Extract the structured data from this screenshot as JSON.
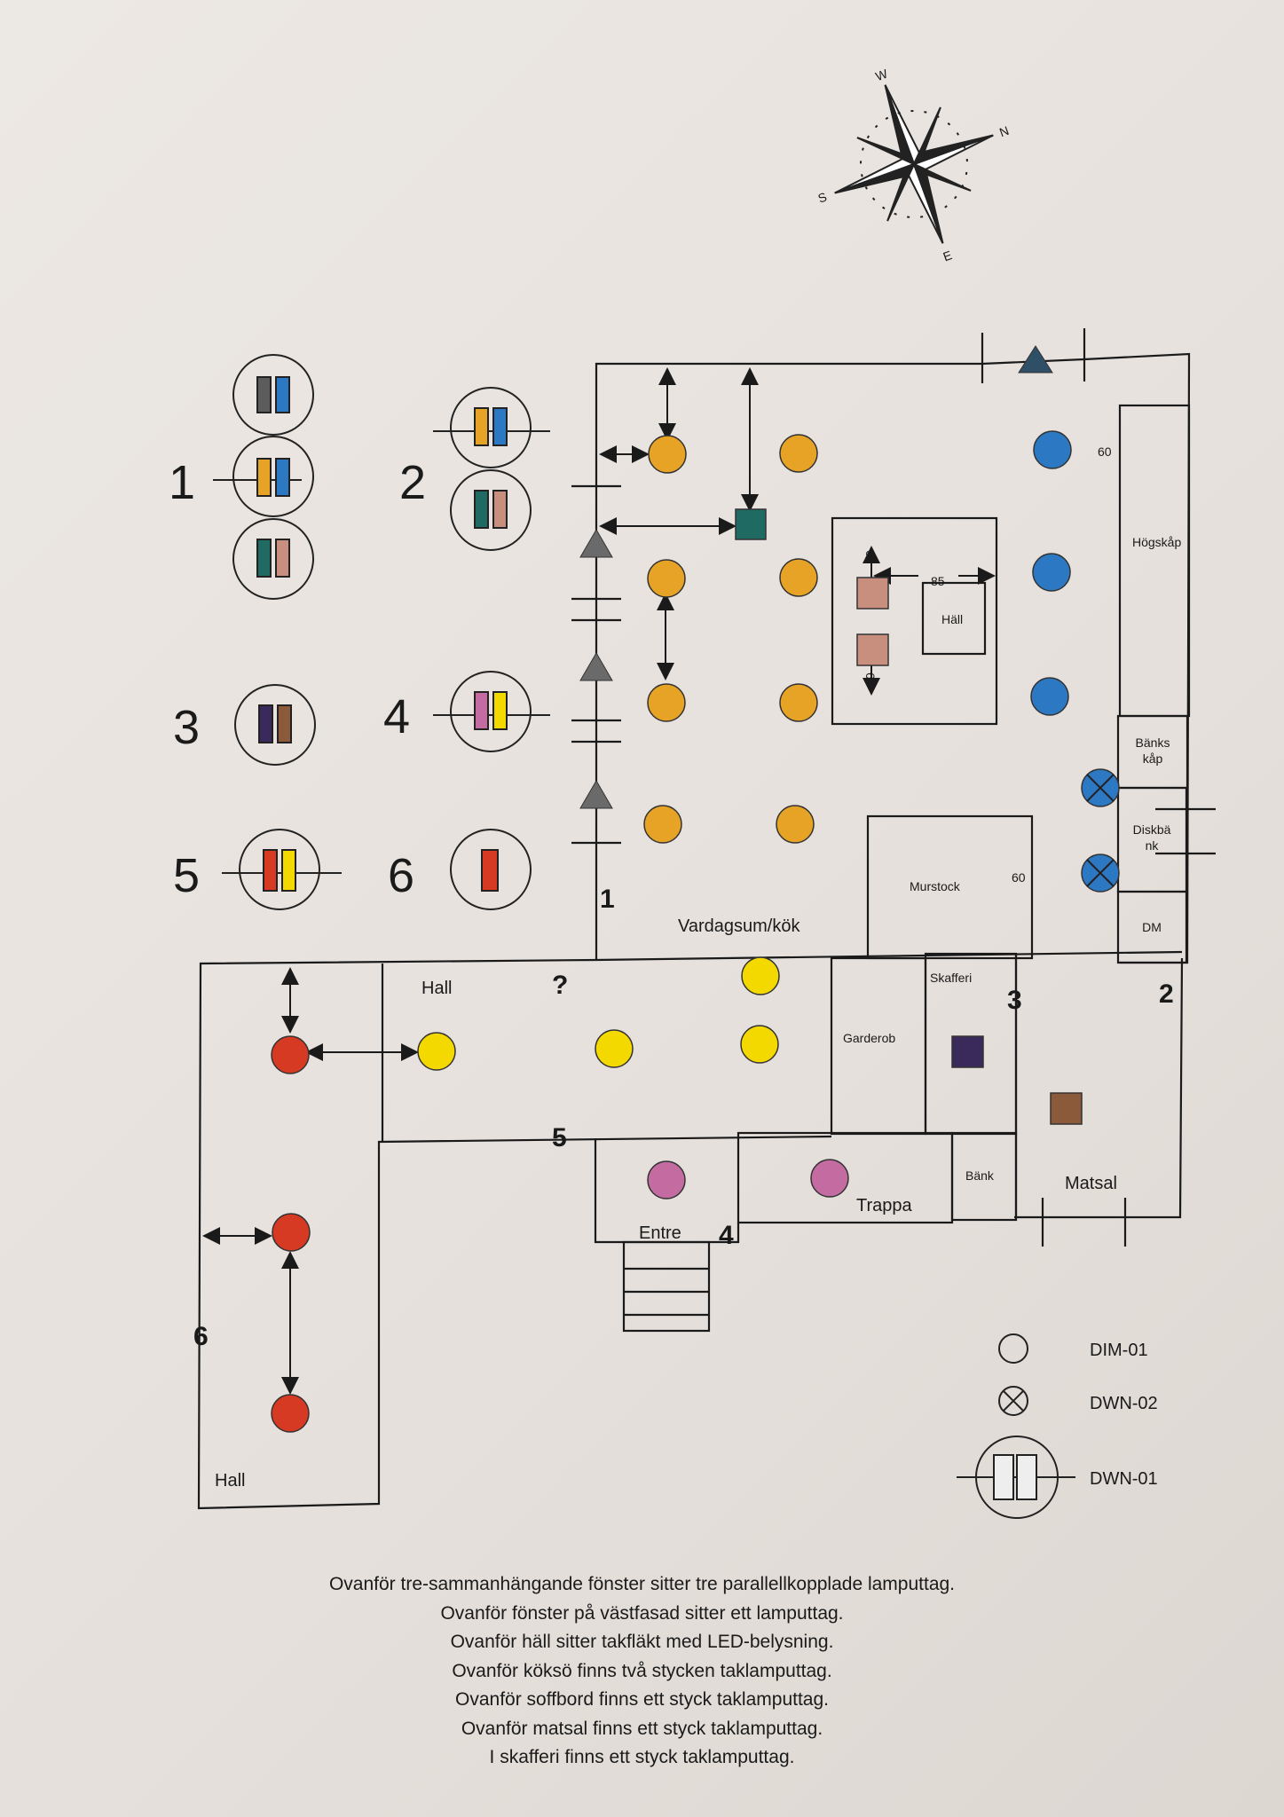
{
  "compass": {
    "labels": [
      "W",
      "N",
      "S",
      "E"
    ]
  },
  "legend_groups": [
    {
      "number": "1"
    },
    {
      "number": "2"
    },
    {
      "number": "3"
    },
    {
      "number": "4"
    },
    {
      "number": "5"
    },
    {
      "number": "6"
    }
  ],
  "rooms": {
    "living": "Vardagsum/kök",
    "hall_top": "Hall",
    "hall_left": "Hall",
    "garderob": "Garderob",
    "skafferi": "Skafferi",
    "matsal": "Matsal",
    "bank": "Bänk",
    "trappa": "Trappa",
    "entre": "Entre",
    "murstock": "Murstock",
    "hall_cooktop": "Häll",
    "hogskap": "Högskåp",
    "bankskap_1": "Bänks",
    "bankskap_2": "kåp",
    "diskbank_1": "Diskbä",
    "diskbank_2": "nk",
    "dm": "DM",
    "question": "?"
  },
  "dimensions": {
    "d60_a": "60",
    "d60_b": "60",
    "d60_c": "60",
    "d60_d": "60",
    "d85": "85"
  },
  "circuit_markers": {
    "m1": "1",
    "m2": "2",
    "m3": "3",
    "m4": "4",
    "m5": "5",
    "m6": "6"
  },
  "symbol_legend": {
    "dim": "DIM-01",
    "dwn2": "DWN-02",
    "dwn1": "DWN-01"
  },
  "colors": {
    "orange": "#E6A326",
    "blue": "#2D78C2",
    "teal": "#1F6A62",
    "rose": "#C88F7F",
    "yellow": "#F3D900",
    "red": "#D63A22",
    "purple": "#3A2A5C",
    "brown": "#8A5A3B",
    "pink": "#C46CA2",
    "gray": "#5C5C5C"
  },
  "notes": [
    "Ovanför tre-sammanhängande fönster sitter tre parallellkopplade lamputtag.",
    "Ovanför fönster på västfasad sitter ett lamputtag.",
    "Ovanför häll sitter takfläkt med LED-belysning.",
    "Ovanför köksö finns två stycken taklamputtag.",
    "Ovanför soffbord finns ett styck taklamputtag.",
    "Ovanför matsal finns ett styck taklamputtag.",
    "I skafferi finns ett styck taklamputtag."
  ]
}
